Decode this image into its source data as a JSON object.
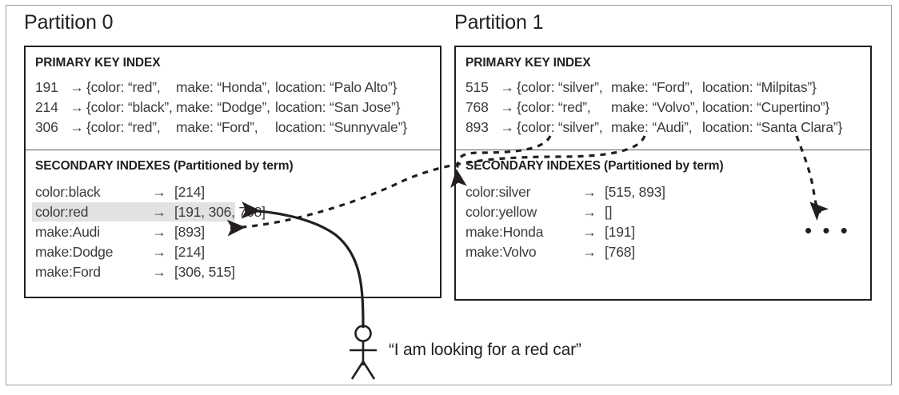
{
  "figure": {
    "title_left": "Partition 0",
    "title_right": "Partition 1",
    "user_quote": "“I am looking for a red car”",
    "ellipsis": "• • •",
    "arrow_glyph": "→",
    "colors": {
      "ink": "#231f20",
      "text": "#3b3b3b",
      "box_border": "#231f20",
      "outer_border": "#9a9a9a",
      "divider": "#58595b",
      "highlight": "#e2e2e2",
      "background": "#ffffff"
    }
  },
  "partitions": [
    {
      "name": "Partition 0",
      "primary_index": {
        "title": "PRIMARY KEY INDEX",
        "rows": [
          {
            "key": "191",
            "color": "{color: “red”,",
            "make": "make: “Honda”,",
            "location": "location: “Palo Alto”}"
          },
          {
            "key": "214",
            "color": "{color: “black”,",
            "make": "make: “Dodge”,",
            "location": "location: “San Jose”}"
          },
          {
            "key": "306",
            "color": "{color: “red”,",
            "make": "make: “Ford”,",
            "location": "location: “Sunnyvale”}"
          }
        ]
      },
      "secondary_index": {
        "title": "SECONDARY INDEXES (Partitioned by term)",
        "rows": [
          {
            "term": "color:black",
            "postings": "[214]",
            "highlighted": false
          },
          {
            "term": "color:red",
            "postings": "[191, 306, 768]",
            "highlighted": true
          },
          {
            "term": "make:Audi",
            "postings": "[893]",
            "highlighted": false
          },
          {
            "term": "make:Dodge",
            "postings": "[214]",
            "highlighted": false
          },
          {
            "term": "make:Ford",
            "postings": "[306, 515]",
            "highlighted": false
          }
        ]
      }
    },
    {
      "name": "Partition 1",
      "primary_index": {
        "title": "PRIMARY KEY INDEX",
        "rows": [
          {
            "key": "515",
            "color": "{color: “silver”,",
            "make": "make: “Ford”,",
            "location": "location: “Milpitas”}"
          },
          {
            "key": "768",
            "color": "{color: “red”,",
            "make": "make: “Volvo”,",
            "location": "location: “Cupertino”}"
          },
          {
            "key": "893",
            "color": "{color: “silver”,",
            "make": "make: “Audi”,",
            "location": "location: “Santa Clara”}"
          }
        ]
      },
      "secondary_index": {
        "title": "SECONDARY INDEXES (Partitioned by term)",
        "rows": [
          {
            "term": "color:silver",
            "postings": "[515, 893]",
            "highlighted": false
          },
          {
            "term": "color:yellow",
            "postings": "[]",
            "highlighted": false
          },
          {
            "term": "make:Honda",
            "postings": "[191]",
            "highlighted": false
          },
          {
            "term": "make:Volvo",
            "postings": "[768]",
            "highlighted": false
          }
        ]
      }
    }
  ]
}
